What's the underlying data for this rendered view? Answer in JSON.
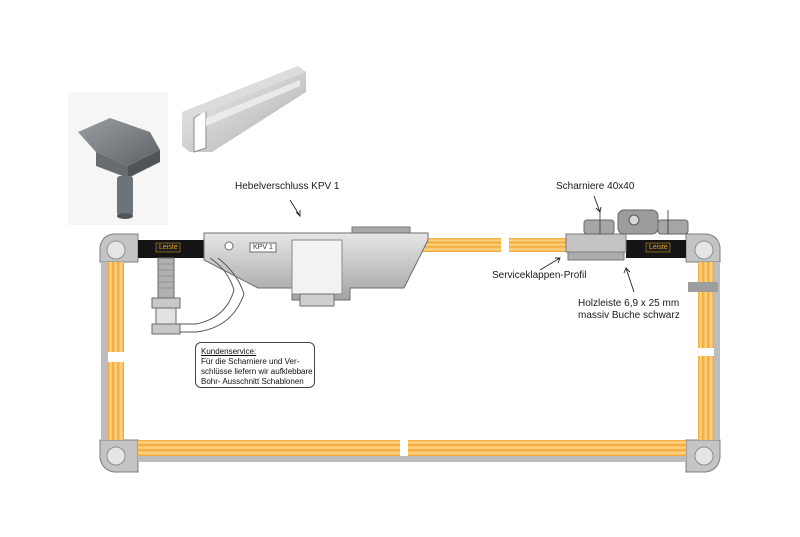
{
  "labels": {
    "lever_lock": "Hebelverschluss KPV 1",
    "hinge": "Scharniere 40x40",
    "service_profile": "Serviceklappen-Profil",
    "wood_strip_line1": "Holzleiste 6,9 x 25 mm",
    "wood_strip_line2": "massiv Buche schwarz",
    "kpv_tag": "KPV 1",
    "strip_tag_left": "Leiste",
    "strip_tag_right": "Leiste"
  },
  "customer_service": {
    "heading": "Kundenservice:",
    "line1": "Für die Scharniere und Ver-",
    "line2": "schlüsse liefern wir aufklebbare",
    "line3": "Bohr- Ausschnitt Schablonen"
  },
  "colors": {
    "wood": "#f3a93a",
    "wood_stripe": "#fbd98f",
    "aluminium": "#b6b6b6",
    "aluminium_dark": "#8a8a8a",
    "black_strip": "#141414",
    "tag_text": "#e4a21d"
  }
}
